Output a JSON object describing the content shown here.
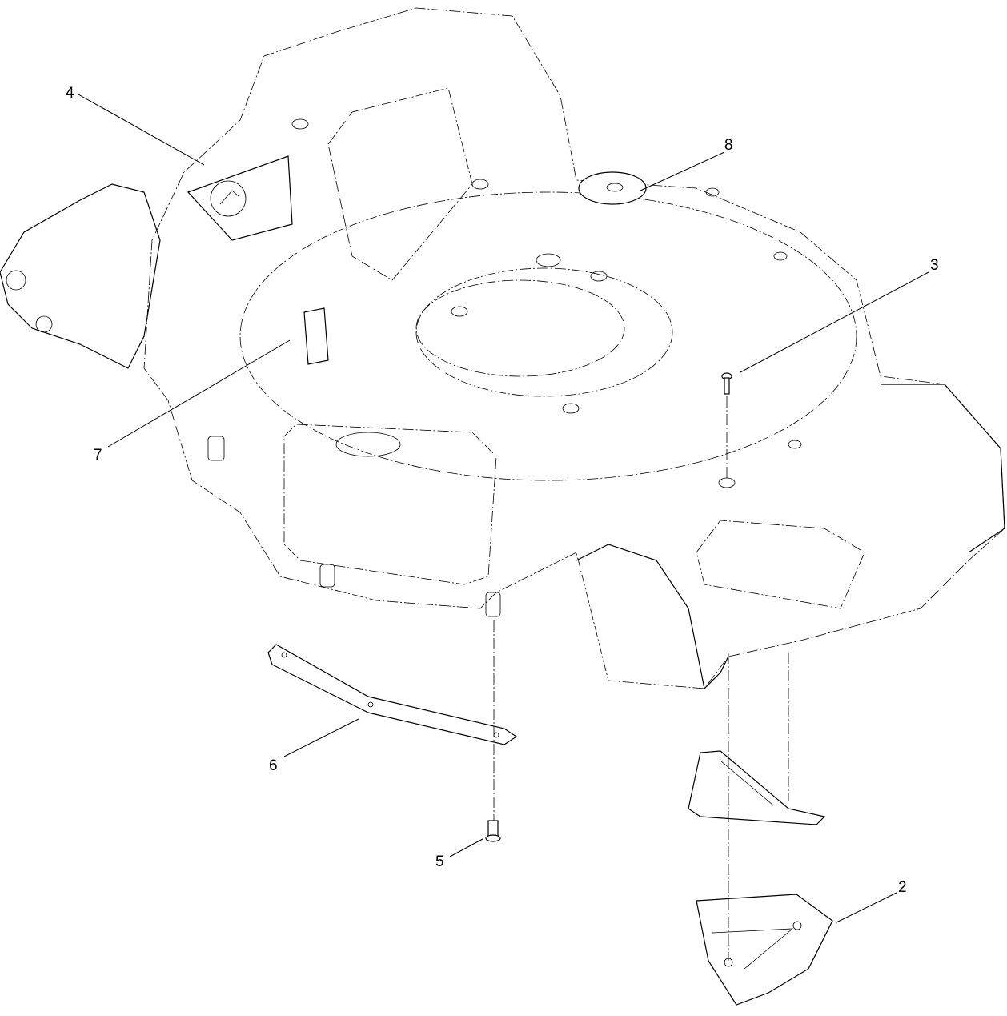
{
  "diagram": {
    "callouts": [
      {
        "id": "4",
        "label": "4"
      },
      {
        "id": "8",
        "label": "8"
      },
      {
        "id": "3",
        "label": "3"
      },
      {
        "id": "7",
        "label": "7"
      },
      {
        "id": "6",
        "label": "6"
      },
      {
        "id": "5",
        "label": "5"
      },
      {
        "id": "2",
        "label": "2"
      }
    ]
  }
}
